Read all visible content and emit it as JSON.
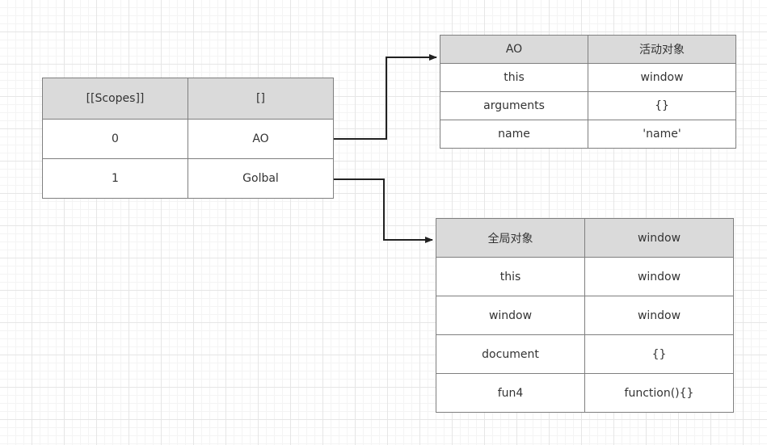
{
  "scopes_table": {
    "header": [
      "[[Scopes]]",
      "[]"
    ],
    "rows": [
      [
        "0",
        "AO"
      ],
      [
        "1",
        "Golbal"
      ]
    ]
  },
  "ao_table": {
    "header": [
      "AO",
      "活动对象"
    ],
    "rows": [
      [
        "this",
        "window"
      ],
      [
        "arguments",
        "{}"
      ],
      [
        "name",
        "'name'"
      ]
    ]
  },
  "global_table": {
    "header": [
      "全局对象",
      "window"
    ],
    "rows": [
      [
        "this",
        "window"
      ],
      [
        "window",
        "window"
      ],
      [
        "document",
        "{}"
      ],
      [
        "fun4",
        "function(){}"
      ]
    ]
  },
  "colors": {
    "header_fill": "#dadada",
    "border": "#7f7f7f",
    "arrow": "#222222",
    "grid": "#e6e6e6"
  }
}
